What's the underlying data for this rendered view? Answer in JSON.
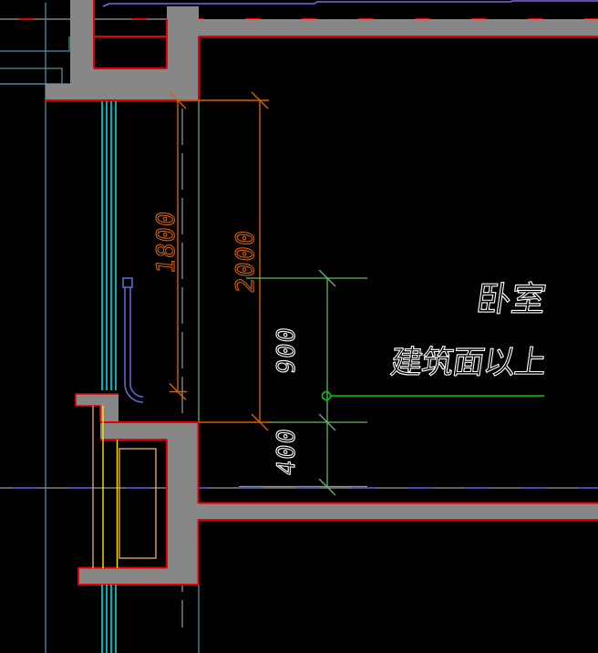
{
  "drawing": {
    "type": "architectural-floor-plan-detail",
    "room_label": "卧室",
    "note_label": "建筑面以上",
    "dimensions": {
      "window_height": "1800",
      "opening_height": "2000",
      "upper_segment": "900",
      "lower_segment": "400"
    }
  },
  "colors": {
    "background": "#000000",
    "wall_fill": "#878787",
    "wall_edge_red": "#e40000",
    "axis_red_dash": "#e40000",
    "dim_orange": "#d95f00",
    "dim_green": "#63b56b",
    "leader_green": "#00cc00",
    "window_cyan": "#00e8f0",
    "construction_teal": "#4d8f9f",
    "ext_green_pale": "#74b678",
    "construction_gray": "#9a9a9a",
    "dash_violet": "#5a4fe0",
    "fixture_yellow": "#ffe400",
    "fixture_pale": "#eeb075",
    "pipe_blue": "#5a6ad0",
    "top_purple": "#8a5fe6",
    "text_white": "#ffffff"
  }
}
